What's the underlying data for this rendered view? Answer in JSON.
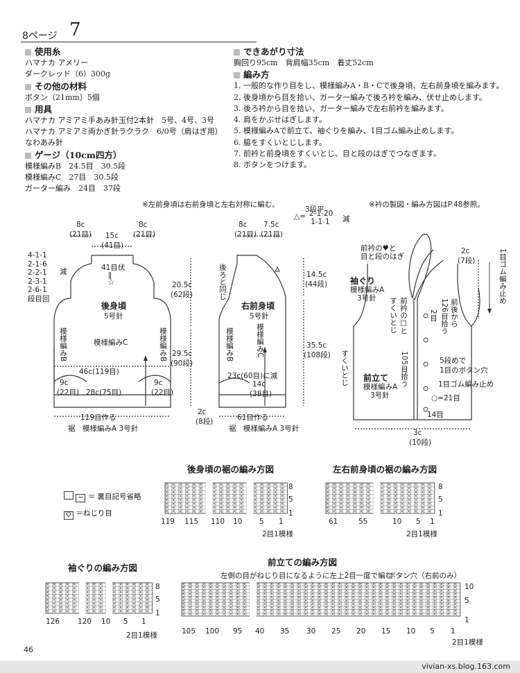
{
  "header": {
    "label": "8ページ",
    "number": "7"
  },
  "left_sections": [
    {
      "title": "使用糸",
      "lines": [
        "ハマナカ アメリー",
        "ダークレッド（6）300g"
      ]
    },
    {
      "title": "その他の材料",
      "lines": [
        "ボタン（21mm）5個"
      ]
    },
    {
      "title": "用具",
      "lines": [
        "ハマナカ アミアミ手あみ針玉付2本針　5号、4号、3号",
        "ハマナカ アミアミ両かぎ針ラクラク　6/0号（肩はぎ用）",
        "なわあみ針"
      ]
    },
    {
      "title": "ゲージ（10cm四方）",
      "lines": [
        "模様編みB　24.5目　30.5段",
        "模様編みC　27目　30.5段",
        "ガーター編み　24目　37段"
      ]
    }
  ],
  "right_sections": [
    {
      "title": "できあがり寸法",
      "lines": [
        "胸回り95cm　背肩幅35cm　着丈52cm"
      ]
    },
    {
      "title": "編み方",
      "lines": [
        "1. 一般的な作り目をし、模様編みA・B・Cで後身頃、左右前身頃を編みます。",
        "2. 後身頃から目を拾い、ガーター編みで後ろ衿を編み、伏せ止めします。",
        "3. 後ろ衿から目を拾い、ガーター編みで左右前衿を編みます。",
        "4. 肩をかぶせはぎします。",
        "5. 模様編みAで前立て、袖ぐりを編み、1目ゴム編み止めします。",
        "6. 脇をすくいとじします。",
        "7. 前衿と前身頃をすくいとじ、目と段のはぎでつなぎます。",
        "8. ボタンをつけます。"
      ]
    }
  ],
  "notes": {
    "left_front": "※左前身頃は右前身頃と左右対称に編む。",
    "collar": "※衿の製図・編み方図はP.48参照。"
  },
  "back": {
    "title": "後身頃",
    "needle": "5号針",
    "pattern": "模様編みC",
    "side_pattern": "模様編みB",
    "top_left": "8c",
    "top_left_rows": "(21目)",
    "top_mid": "15c",
    "top_mid_rows": "(41目)",
    "top_right": "8c",
    "top_right_rows": "(21目)",
    "bind_off": "41目伏",
    "bind_mark": "‖\n☆",
    "armhole_steps": [
      "4-1-1",
      "2-1-6",
      "2-2-1",
      "2-3-1",
      "2-6-1",
      "段目回"
    ],
    "armhole_label": "減",
    "h1": "20.5c",
    "h1_rows": "(62段)",
    "h2": "29.5c",
    "h2_rows": "(90段)",
    "width1": "46c(119目)",
    "width2": "28c(75目)",
    "side_l": "9c",
    "side_l_rows": "(22目)",
    "side_r": "9c",
    "side_r_rows": "(22目)",
    "cast_on": "119目作る",
    "hem": "裾　模様編みA 3号針",
    "bottom_h": "2c",
    "bottom_h_rows": "(8段)"
  },
  "front": {
    "title": "右前身頃",
    "needle": "5号針",
    "pattern_c": "模様編みC",
    "pattern_b": "模様編みB",
    "top1": "8c",
    "top1_rows": "(21目)",
    "top2": "7.5c",
    "top2_rows": "(21目)",
    "dec_header": "3段平",
    "dec_steps": [
      "2-1-20",
      "1-1-1"
    ],
    "dec_label": "減",
    "triangle": "△=",
    "back_same": "後ろと同じ",
    "h1": "14.5c",
    "h1_rows": "(44段)",
    "h2": "35.5c",
    "h2_rows": "(108段)",
    "reduce": "23c(60目)に減",
    "width": "14c",
    "width_rows": "(38目)",
    "cast_on": "61目作る",
    "hem": "裾　模様編みA 3号針"
  },
  "assembly": {
    "front_collar": "前衿の♥と\n目と段のはぎ",
    "armhole": "袖ぐり",
    "armhole_pat": "模様編みA",
    "armhole_needle": "3号針",
    "pick_2": "2目",
    "collar_join": "前衿の□と\nすくいとじ",
    "pick_front_back": "126目拾う",
    "front_back_from": "前後から",
    "top_c": "2c",
    "top_rows": "(7段)",
    "rib_stop": "1目ゴム編み止め",
    "pick_105": "105目拾う",
    "front_band": "前立て",
    "band_pat": "模様編みA",
    "band_needle": "3号針",
    "buttonhole1": "5段めで",
    "buttonhole2": "1目のボタン穴",
    "rib_stop2": "1目ゴム編み止め",
    "mark21": "○=21目",
    "mark14": "14目",
    "side": "すくいとじ",
    "bottom": "3c",
    "bottom_rows": "(10段)"
  },
  "legend": {
    "item1": "＝ 裏目記号省略",
    "item2": "＝ねじり目"
  },
  "charts": [
    {
      "title": "後身頃の裾の編み方図",
      "x_labels": [
        "119",
        "115",
        "110",
        "10",
        "5",
        "1"
      ],
      "rows": [
        "8",
        "5",
        "1"
      ],
      "repeat": "2目1模様"
    },
    {
      "title": "左右前身頃の裾の編み方図",
      "x_labels": [
        "61",
        "55",
        "10",
        "5",
        "1"
      ],
      "rows": [
        "8",
        "5",
        "1"
      ],
      "repeat": "2目1模様"
    },
    {
      "title": "袖ぐりの編み方図",
      "x_labels": [
        "126",
        "120",
        "10",
        "5",
        "1"
      ],
      "rows": [
        "8",
        "5",
        "1"
      ],
      "repeat": "2目1模様"
    },
    {
      "title": "前立ての編み方図",
      "x_labels": [
        "105",
        "100",
        "95",
        "40",
        "35",
        "30",
        "25",
        "20",
        "15",
        "10",
        "5",
        "1"
      ],
      "rows": [
        "10",
        "5",
        "1"
      ],
      "repeat": "2目1模様",
      "note1": "左側の目がねじり目になるように左上2目一度で編む",
      "note2": "ボタン穴（右前のみ）"
    }
  ],
  "footer": {
    "page": "46",
    "url": "vivian-xs.blog.163.com"
  }
}
